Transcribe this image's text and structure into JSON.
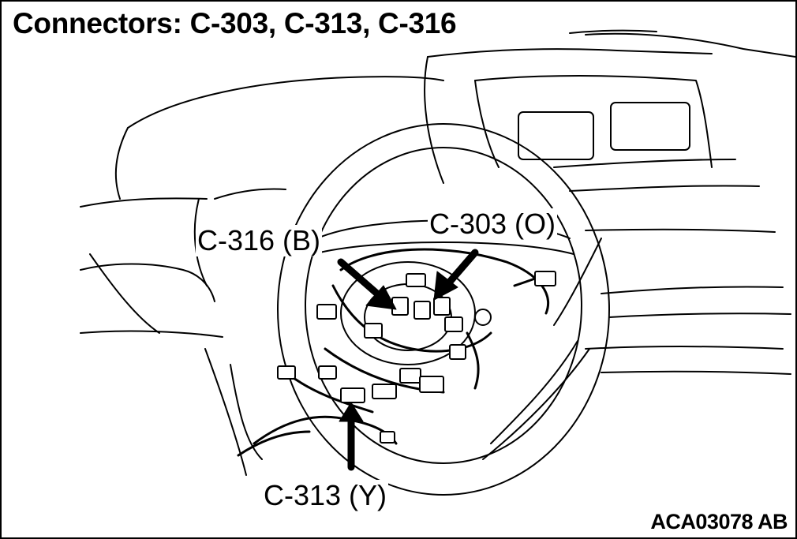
{
  "title": "Connectors: C-303, C-313, C-316",
  "callouts": {
    "c316": "C-316 (B)",
    "c303": "C-303 (O)",
    "c313": "C-313 (Y)"
  },
  "figure_code": "ACA03078 AB",
  "colors": {
    "ink": "#000000",
    "paper": "#ffffff"
  }
}
